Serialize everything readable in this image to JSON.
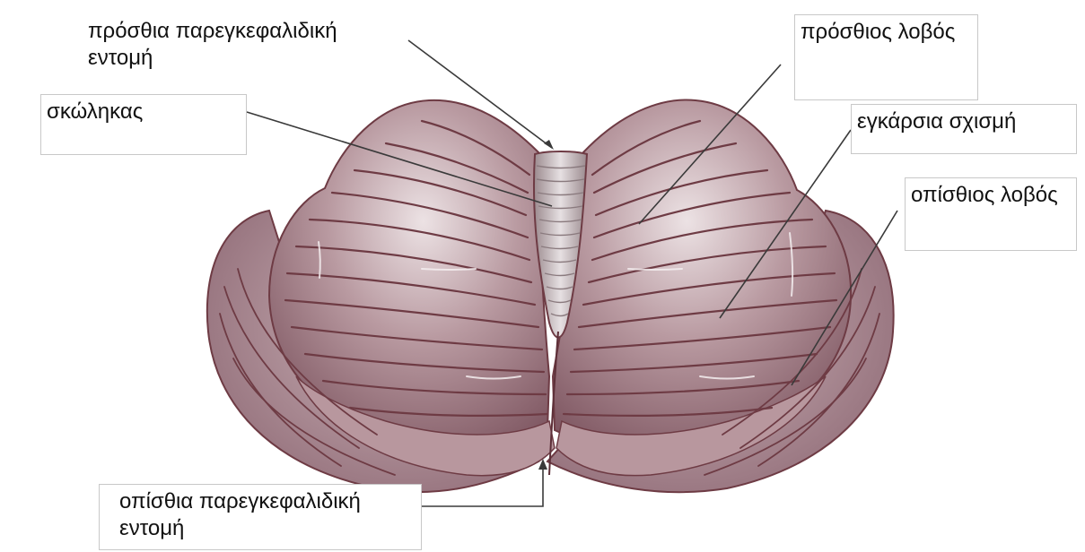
{
  "colors": {
    "lobe_fill": "#a9878f",
    "lobe_highlight": "#e4d7da",
    "lobe_shadow": "#7b5560",
    "fissure": "#6e3b44",
    "vermis_fill": "#cfc6c8",
    "leader_line": "#3a3a3a",
    "box_border": "#c8c8c8"
  },
  "labels": {
    "anterior_notch": "πρόσθια παρεγκεφαλιδική\nεντομή",
    "vermis": "σκώληκας",
    "anterior_lobe": "πρόσθιος λοβός",
    "transverse_fissure": "εγκάρσια σχισμή",
    "posterior_lobe": "οπίσθιος λοβός",
    "posterior_notch": "οπίσθια παρεγκεφαλιδική\nεντομή"
  }
}
